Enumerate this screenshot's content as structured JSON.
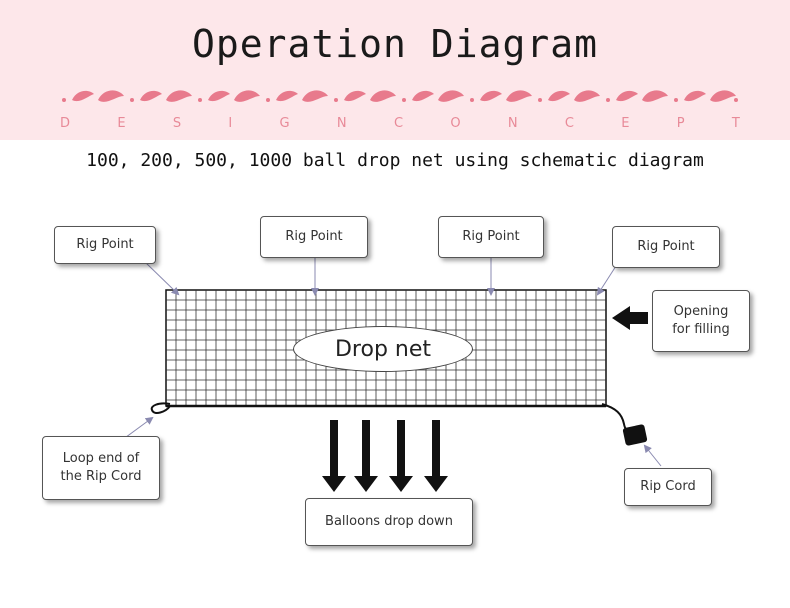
{
  "header": {
    "title": "Operation Diagram",
    "concept_letters": [
      "D",
      "E",
      "S",
      "I",
      "G",
      "N",
      "C",
      "O",
      "N",
      "C",
      "E",
      "P",
      "T"
    ],
    "subtitle": "100, 200, 500, 1000 ball drop net using schematic diagram"
  },
  "colors": {
    "banner": "#fde7ea",
    "petal": "#e87a8c",
    "concept_text": "#e88a98"
  },
  "labels": {
    "rig_point_1": "Rig Point",
    "rig_point_2": "Rig Point",
    "rig_point_3": "Rig Point",
    "rig_point_4": "Rig Point",
    "opening": "Opening\nfor filling",
    "drop_net": "Drop net",
    "loop_end": "Loop end of\nthe Rip Cord",
    "rip_cord": "Rip Cord",
    "balloons": "Balloons drop down"
  }
}
